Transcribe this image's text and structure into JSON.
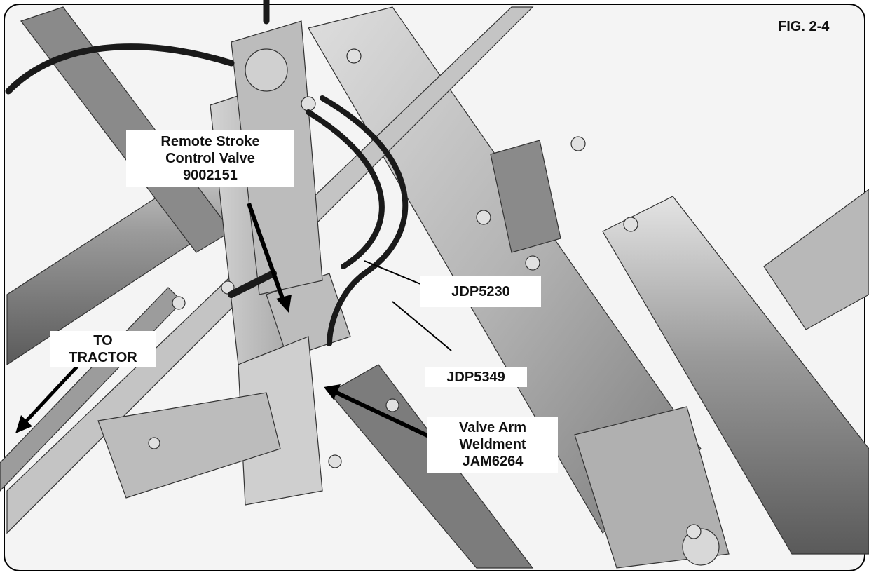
{
  "figure": {
    "title": "FIG. 2-4",
    "colors": {
      "background": "#ffffff",
      "metal_light": "#c9c9c9",
      "metal_mid": "#a8a8a8",
      "metal_dark": "#6e6e6e",
      "hose": "#1a1a1a",
      "border": "#000000"
    }
  },
  "labels": {
    "remote_valve": {
      "line1": "Remote Stroke",
      "line2": "Control Valve",
      "part": "9002151"
    },
    "to_tractor": {
      "line1": "TO",
      "line2": "TRACTOR"
    },
    "jdp5230": "JDP5230",
    "jdp5349": "JDP5349",
    "valve_arm": {
      "line1": "Valve Arm",
      "line2": "Weldment",
      "part": "JAM6264"
    }
  }
}
